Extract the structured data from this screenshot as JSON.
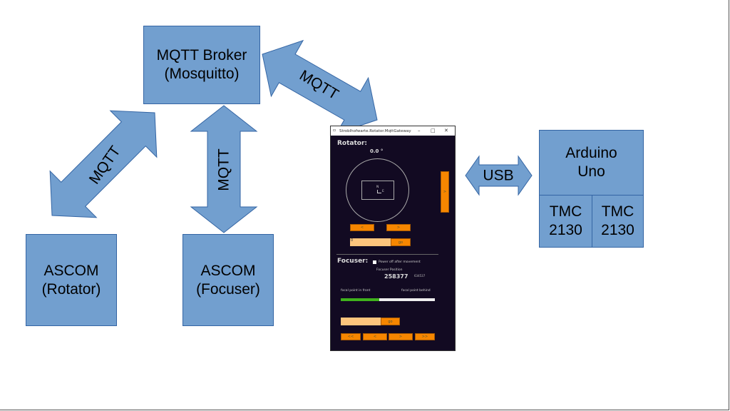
{
  "nodes": {
    "broker": "MQTT Broker\n(Mosquitto)",
    "ascom_rotator": "ASCOM\n(Rotator)",
    "ascom_focuser": "ASCOM\n(Focuser)",
    "arduino": "Arduino\nUno",
    "tmc1": "TMC\n2130",
    "tmc2": "TMC\n2130"
  },
  "arrows": {
    "rotator_broker": "MQTT",
    "focuser_broker": "MQTT",
    "broker_gateway": "MQTT",
    "gateway_arduino": "USB"
  },
  "colors": {
    "box_fill": "#729fcf",
    "box_border": "#3465a4",
    "app_bg": "#120a22",
    "button": "#f68600",
    "input": "#fdc57d",
    "progress": "#3fb21c"
  },
  "app": {
    "title": "Stroblhofwarte.Rotator.MqttGateway",
    "rotator": {
      "heading": "Rotator:",
      "angle": "0.0 °",
      "compass_n": "N",
      "compass_e": "E",
      "side_button": ">",
      "ccw_button": "<",
      "cw_button": ">",
      "input_value": "0",
      "go_button": "go"
    },
    "focuser": {
      "heading": "Focuser:",
      "power_off_label": "Power off after movement",
      "power_off_checked": false,
      "position_label": "Focuser Position",
      "position": "258377",
      "max_position": "634537",
      "front_label": "focal point in front",
      "behind_label": "focal point behind",
      "progress_fraction": 0.407,
      "input_value": "",
      "go_button": "go",
      "buttons": [
        "<<",
        "<",
        ">",
        ">>"
      ]
    }
  }
}
